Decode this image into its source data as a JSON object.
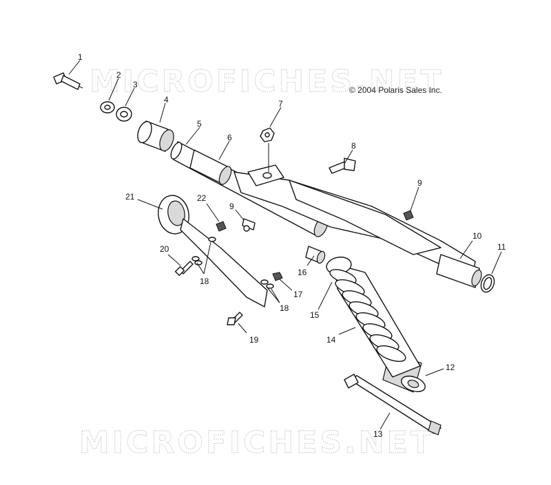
{
  "watermark": "MICROFICHES.NET",
  "copyright": "© 2004 Polaris Sales Inc.",
  "callouts": [
    {
      "id": "1",
      "text": "1"
    },
    {
      "id": "2",
      "text": "2"
    },
    {
      "id": "3",
      "text": "3"
    },
    {
      "id": "4",
      "text": "4"
    },
    {
      "id": "5",
      "text": "5"
    },
    {
      "id": "6",
      "text": "6"
    },
    {
      "id": "7",
      "text": "7"
    },
    {
      "id": "8",
      "text": "8"
    },
    {
      "id": "9a",
      "text": "9"
    },
    {
      "id": "9b",
      "text": "9"
    },
    {
      "id": "10",
      "text": "10"
    },
    {
      "id": "11",
      "text": "11"
    },
    {
      "id": "12",
      "text": "12"
    },
    {
      "id": "13",
      "text": "13"
    },
    {
      "id": "14",
      "text": "14"
    },
    {
      "id": "15",
      "text": "15"
    },
    {
      "id": "16",
      "text": "16"
    },
    {
      "id": "17",
      "text": "17"
    },
    {
      "id": "18a",
      "text": "18"
    },
    {
      "id": "18b",
      "text": "18"
    },
    {
      "id": "19",
      "text": "19"
    },
    {
      "id": "20",
      "text": "20"
    },
    {
      "id": "21",
      "text": "21"
    },
    {
      "id": "22",
      "text": "22"
    }
  ]
}
